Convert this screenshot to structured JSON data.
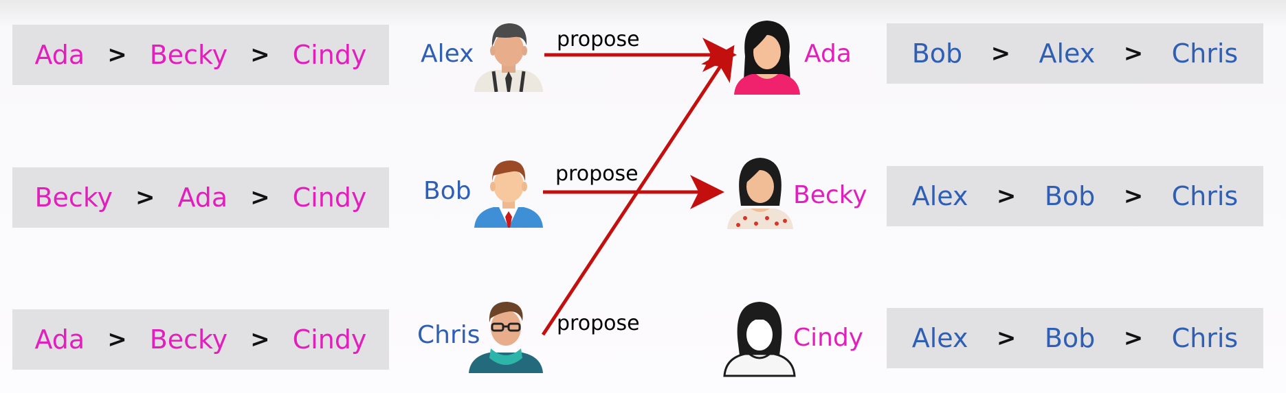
{
  "colors": {
    "women": "#e21fbc",
    "men": "#2f5fb5",
    "arrow": "#c40f0f"
  },
  "separator": ">",
  "men": [
    {
      "name": "Alex",
      "prefs": [
        "Ada",
        "Becky",
        "Cindy"
      ],
      "avatar": "man-suspenders-icon"
    },
    {
      "name": "Bob",
      "prefs": [
        "Becky",
        "Ada",
        "Cindy"
      ],
      "avatar": "man-tie-icon"
    },
    {
      "name": "Chris",
      "prefs": [
        "Ada",
        "Becky",
        "Cindy"
      ],
      "avatar": "man-glasses-scarf-icon"
    }
  ],
  "women": [
    {
      "name": "Ada",
      "prefs": [
        "Bob",
        "Alex",
        "Chris"
      ],
      "avatar": "woman-long-hair-icon"
    },
    {
      "name": "Becky",
      "prefs": [
        "Alex",
        "Bob",
        "Chris"
      ],
      "avatar": "woman-bob-hair-icon"
    },
    {
      "name": "Cindy",
      "prefs": [
        "Alex",
        "Bob",
        "Chris"
      ],
      "avatar": "woman-outline-icon"
    }
  ],
  "proposals": [
    {
      "from": "Alex",
      "to": "Ada",
      "label": "propose"
    },
    {
      "from": "Bob",
      "to": "Becky",
      "label": "propose"
    },
    {
      "from": "Chris",
      "to": "Ada",
      "label": "propose"
    }
  ]
}
